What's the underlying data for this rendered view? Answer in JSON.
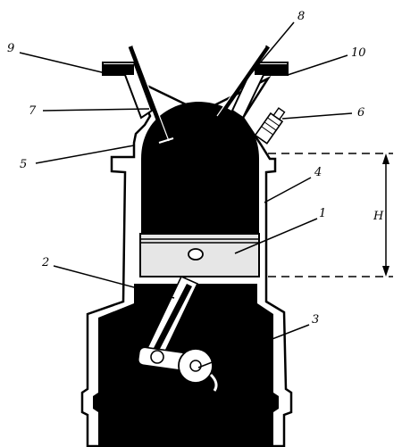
{
  "diagram": {
    "callouts": {
      "c1": "1",
      "c2": "2",
      "c3": "3",
      "c4": "4",
      "c5": "5",
      "c6": "6",
      "c7": "7",
      "c8": "8",
      "c9": "9",
      "c10": "10"
    },
    "stroke_label": "H"
  },
  "colors": {
    "ink": "#000000",
    "paper": "#ffffff",
    "piston": "#e6e6e6"
  }
}
